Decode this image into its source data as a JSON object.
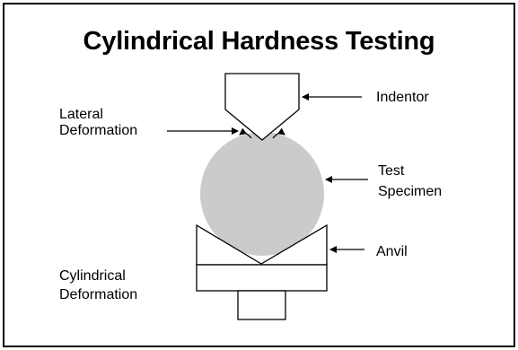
{
  "title": "Cylindrical Hardness Testing",
  "labels": {
    "indentor": "Indentor",
    "lateral_line1": "Lateral",
    "lateral_line2": "Deformation",
    "test_line1": "Test",
    "test_line2": "Specimen",
    "anvil": "Anvil",
    "cyl_line1": "Cylindrical",
    "cyl_line2": "Deformation"
  },
  "colors": {
    "specimen_fill": "#cbcbcb",
    "stroke": "#000000",
    "background": "#ffffff"
  }
}
